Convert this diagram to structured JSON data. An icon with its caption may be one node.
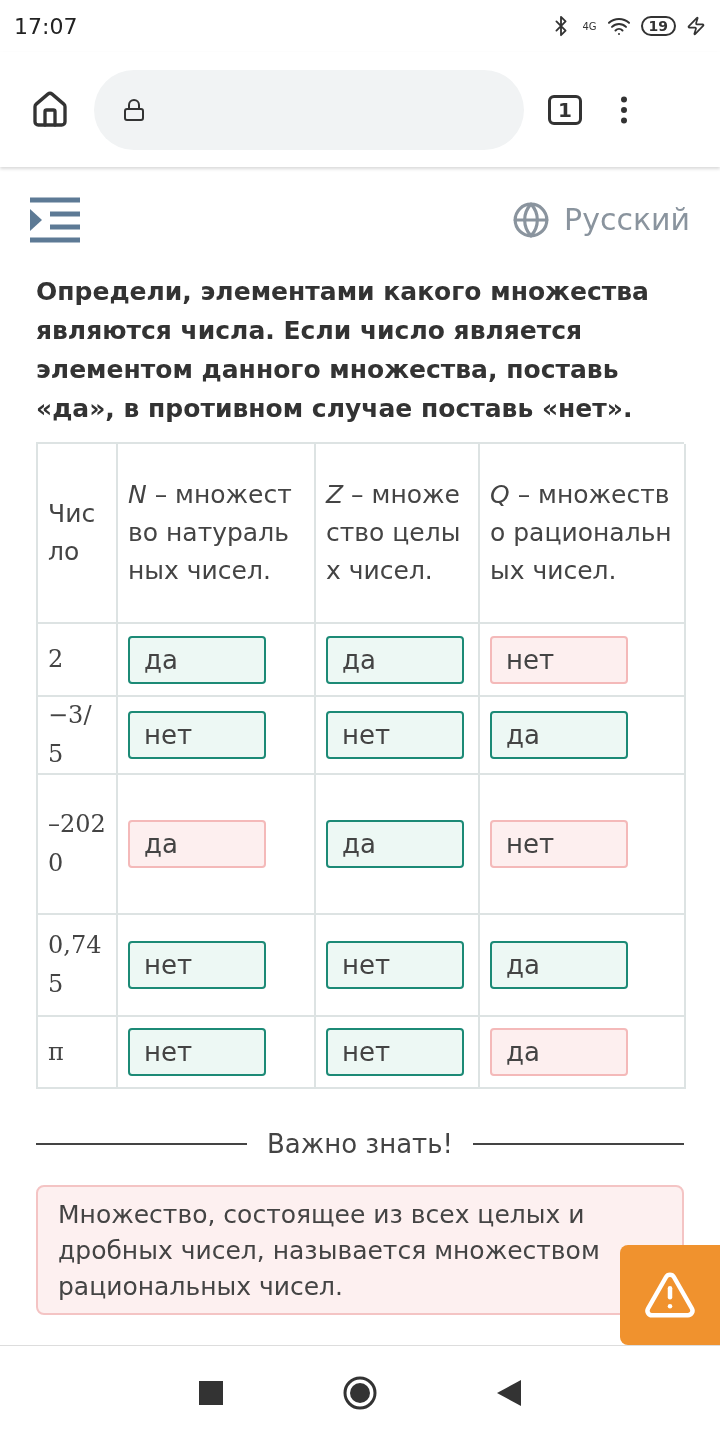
{
  "diagram": {
    "title": "Определи, элементами какого множества являются числа. Если число является элементом данного множества, поставь «да», в противном случае поставь «нет».",
    "nodes": [
      {
        "text": [
          "да"
        ]
      },
      {
        "text": [
          "да"
        ]
      },
      {
        "text": [
          "нет"
        ]
      },
      {
        "text": [
          "нет"
        ]
      },
      {
        "text": [
          "нет"
        ]
      },
      {
        "text": [
          "да"
        ]
      },
      {
        "text": [
          "да"
        ]
      },
      {
        "text": [
          "да"
        ]
      },
      {
        "text": [
          "нет"
        ]
      },
      {
        "text": [
          "нет"
        ]
      },
      {
        "text": [
          "нет"
        ]
      },
      {
        "text": [
          "да"
        ]
      },
      {
        "text": [
          "нет"
        ]
      },
      {
        "text": [
          "нет"
        ]
      },
      {
        "text": [
          "да"
        ]
      },
      {
        "text": [
          "Множество, состоящее из всех целых и дробных чисел, называется множеством рациональных чисел."
        ]
      }
    ],
    "labels": [
      "17:07",
      "4G",
      "19",
      "1",
      "Русский",
      "Число",
      "*N* – множество натуральных чисел.",
      "*Z* – множество целых чисел.",
      "*Q* – множество рациональных чисел.",
      "2",
      "−3/5",
      "–2020",
      "0,745",
      "π",
      "Важно знать!"
    ]
  }
}
